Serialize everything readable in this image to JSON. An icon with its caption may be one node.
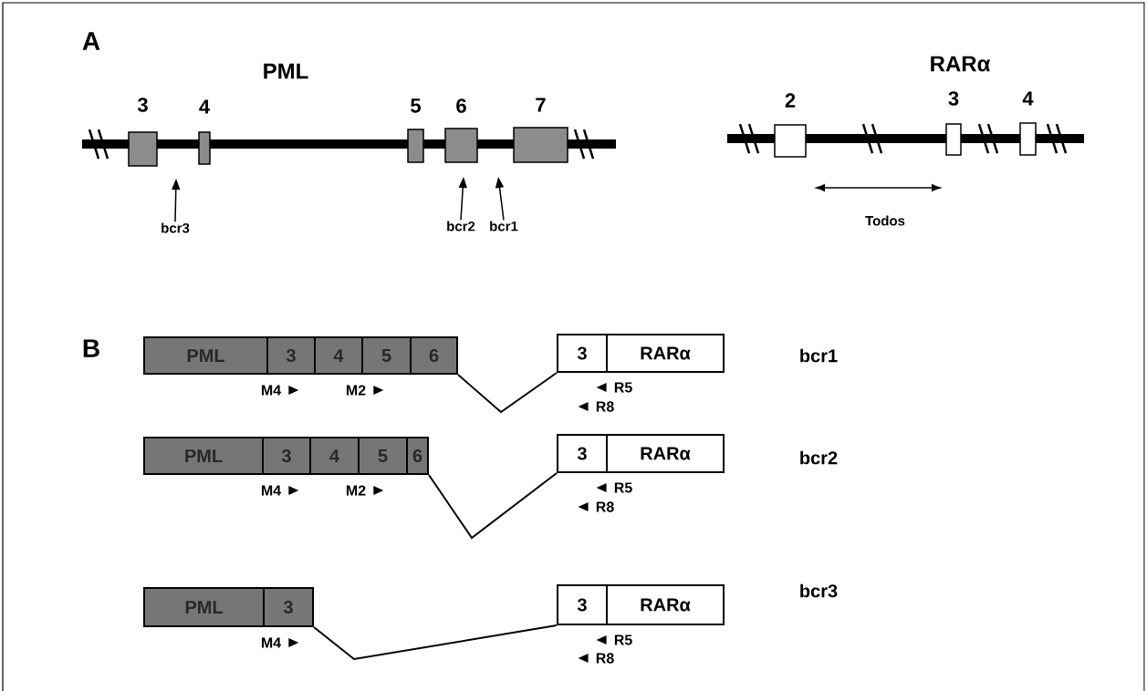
{
  "diagram": {
    "nodes": [
      {
        "text": [
          "3"
        ]
      },
      {
        "text": [
          "4"
        ]
      },
      {
        "text": [
          "5"
        ]
      },
      {
        "text": [
          "6"
        ]
      },
      {
        "text": [
          "7"
        ]
      },
      {
        "text": [
          "bcr3"
        ]
      },
      {
        "text": [
          "bcr2"
        ]
      },
      {
        "text": [
          "bcr1"
        ]
      },
      {
        "text": [
          "2"
        ]
      },
      {
        "text": [
          "3"
        ]
      },
      {
        "text": [
          "4"
        ]
      },
      {
        "text": [
          "PML"
        ]
      },
      {
        "text": [
          "3"
        ]
      },
      {
        "text": [
          "4"
        ]
      },
      {
        "text": [
          "5"
        ]
      },
      {
        "text": [
          "6"
        ]
      },
      {
        "text": [
          "3"
        ]
      },
      {
        "text": [
          "RARα"
        ]
      },
      {
        "text": [
          "PML"
        ]
      },
      {
        "text": [
          "3"
        ]
      },
      {
        "text": [
          "4"
        ]
      },
      {
        "text": [
          "5"
        ]
      },
      {
        "text": [
          "6"
        ]
      },
      {
        "text": [
          "3"
        ]
      },
      {
        "text": [
          "RARα"
        ]
      },
      {
        "text": [
          "PML"
        ]
      },
      {
        "text": [
          "3"
        ]
      },
      {
        "text": [
          "3"
        ]
      },
      {
        "text": [
          "RARα"
        ]
      }
    ],
    "edges": [
      {
        "from": 5,
        "to": null,
        "arrow": "to"
      },
      {
        "from": 6,
        "to": null,
        "arrow": "to"
      },
      {
        "from": 7,
        "to": null,
        "arrow": "to"
      },
      {
        "from": 15,
        "to": 16,
        "arrow": "none"
      },
      {
        "from": 22,
        "to": 23,
        "arrow": "none"
      },
      {
        "from": 26,
        "to": 27,
        "arrow": "none"
      }
    ],
    "labels": [
      "A",
      "PML",
      "RARα",
      "Todos",
      "B",
      "M4",
      "M2",
      "R5",
      "R8",
      "bcr1",
      "M4",
      "M2",
      "R5",
      "R8",
      "bcr2",
      "M4",
      "R5",
      "R8",
      "bcr3"
    ]
  }
}
